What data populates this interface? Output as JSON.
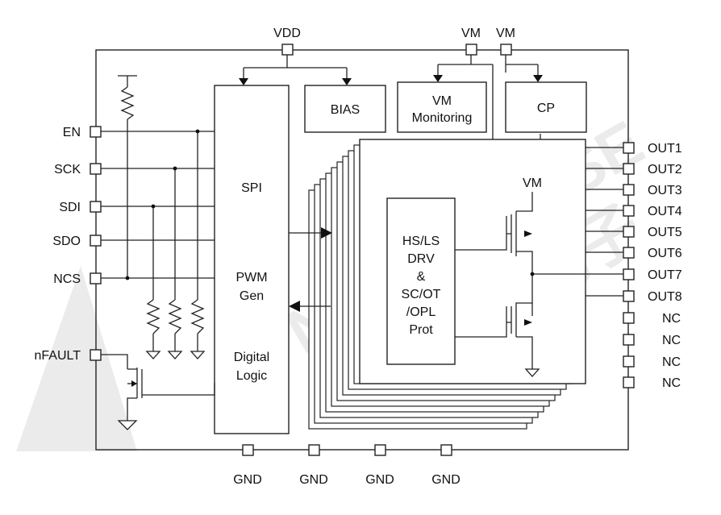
{
  "diagram": {
    "watermark": {
      "latin": "NOVOSENSE",
      "cjk": "纳芯微电子"
    },
    "top_pins": {
      "vdd": "VDD",
      "vm1": "VM",
      "vm2": "VM"
    },
    "left_pins": [
      "EN",
      "SCK",
      "SDI",
      "SDO",
      "NCS",
      "nFAULT"
    ],
    "right_pins": [
      "OUT1",
      "OUT2",
      "OUT3",
      "OUT4",
      "OUT5",
      "OUT6",
      "OUT7",
      "OUT8",
      "NC",
      "NC",
      "NC",
      "NC"
    ],
    "bottom_pins": [
      "GND",
      "GND",
      "GND",
      "GND"
    ],
    "blocks": {
      "bias": "BIAS",
      "vm_monitoring": [
        "VM",
        "Monitoring"
      ],
      "cp": "CP",
      "logic": {
        "spi": "SPI",
        "pwm": [
          "PWM",
          "Gen"
        ],
        "digital": [
          "Digital",
          "Logic"
        ]
      },
      "driver": [
        "HS/LS",
        "DRV",
        "&",
        "SC/OT",
        "/OPL",
        "Prot"
      ],
      "driver_vm": "VM"
    }
  }
}
